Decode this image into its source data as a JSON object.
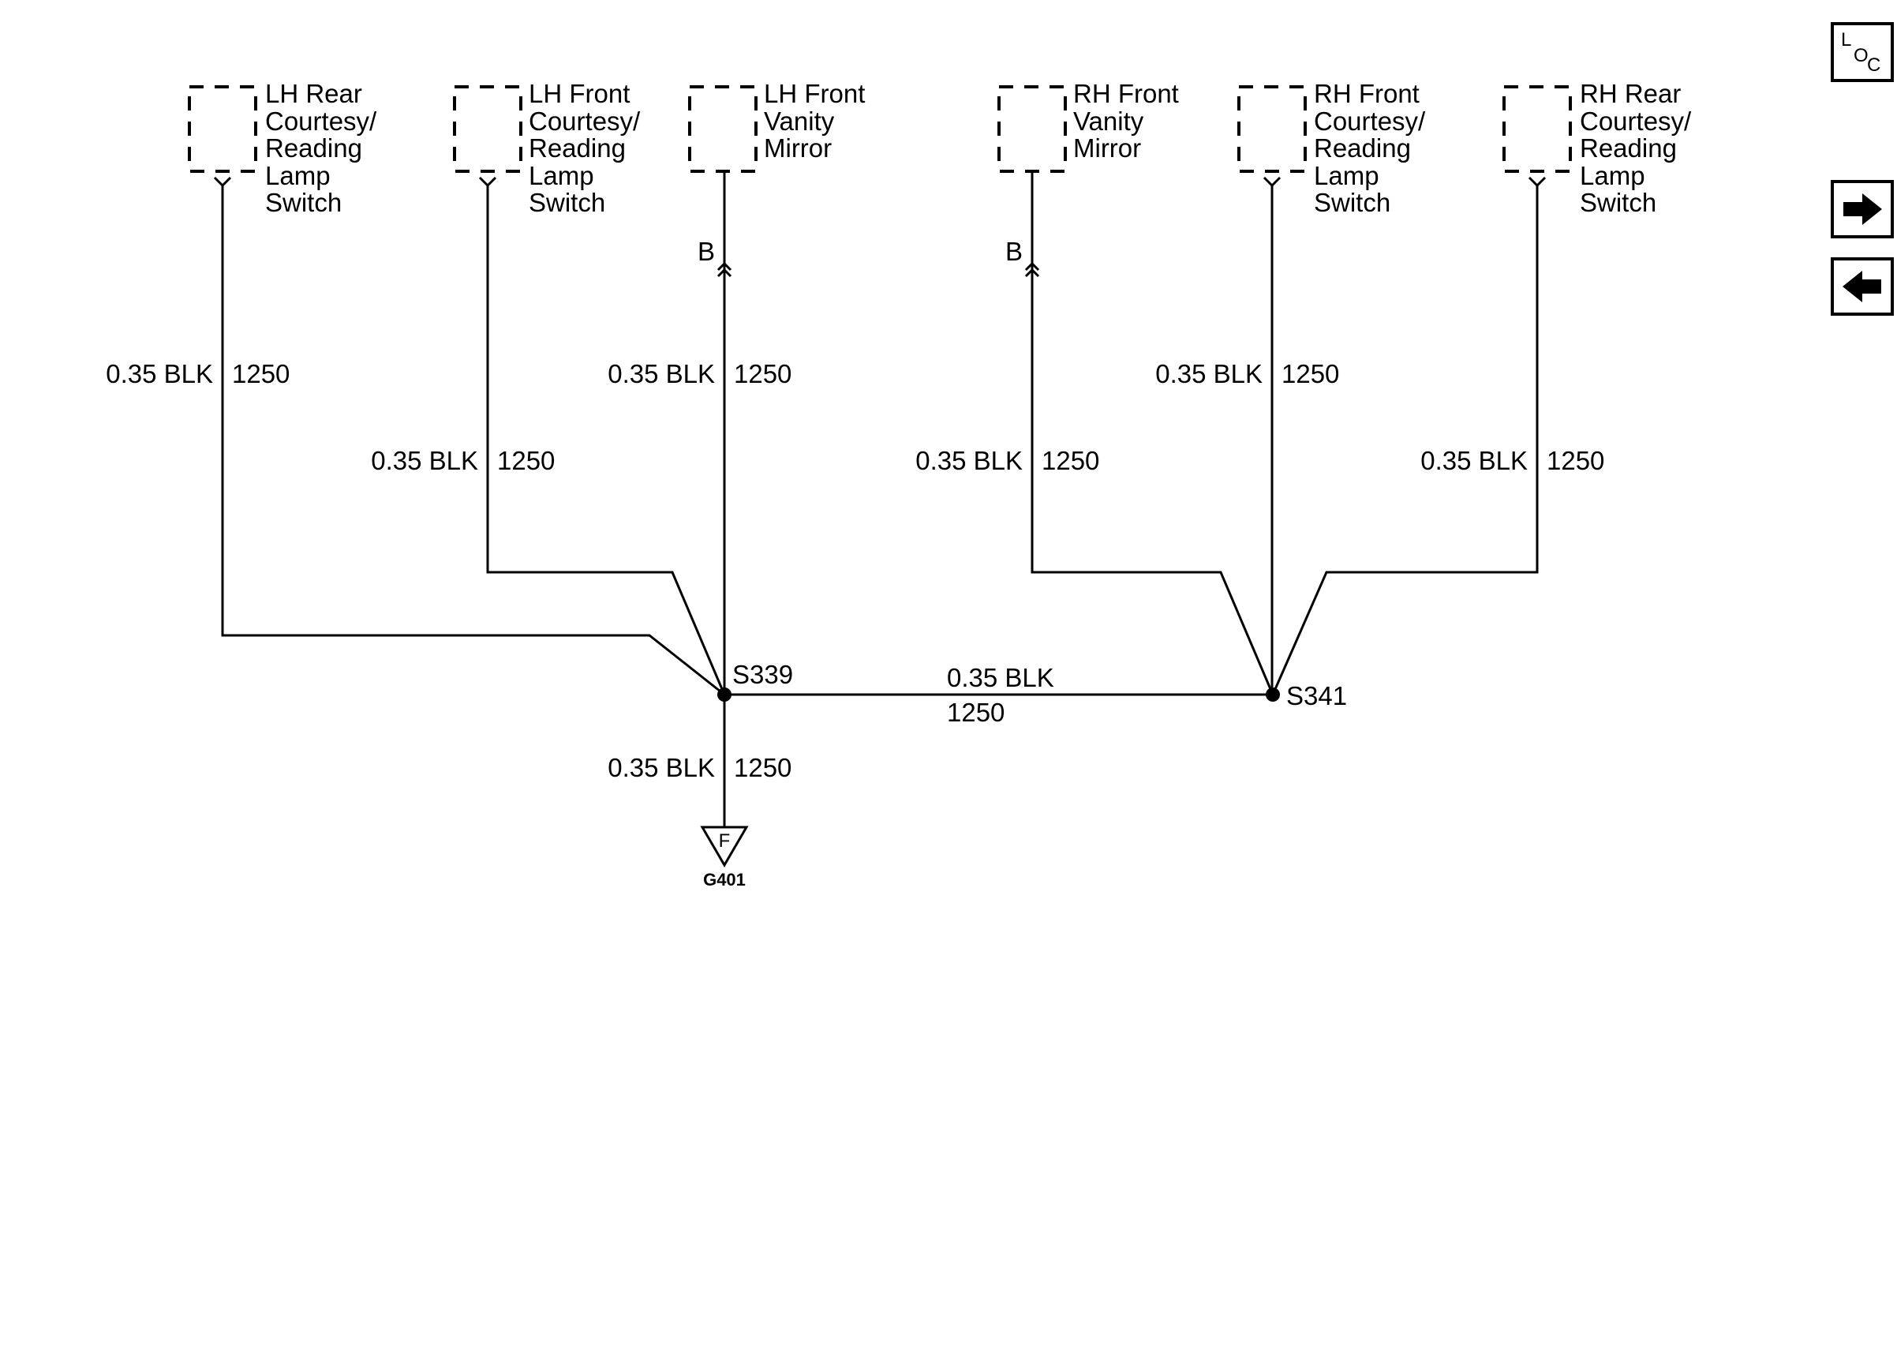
{
  "components": [
    {
      "name_lines": [
        "LH Rear",
        "Courtesy/",
        "Reading",
        "Lamp",
        "Switch"
      ]
    },
    {
      "name_lines": [
        "LH Front",
        "Courtesy/",
        "Reading",
        "Lamp",
        "Switch"
      ]
    },
    {
      "name_lines": [
        "LH Front",
        "Vanity",
        "Mirror"
      ]
    },
    {
      "name_lines": [
        "RH Front",
        "Vanity",
        "Mirror"
      ]
    },
    {
      "name_lines": [
        "RH Front",
        "Courtesy/",
        "Reading",
        "Lamp",
        "Switch"
      ]
    },
    {
      "name_lines": [
        "RH Rear",
        "Courtesy/",
        "Reading",
        "Lamp",
        "Switch"
      ]
    }
  ],
  "wire_labels": [
    {
      "gauge_color": "0.35 BLK",
      "circuit": "1250"
    },
    {
      "gauge_color": "0.35 BLK",
      "circuit": "1250"
    },
    {
      "gauge_color": "0.35 BLK",
      "circuit": "1250"
    },
    {
      "gauge_color": "0.35 BLK",
      "circuit": "1250"
    },
    {
      "gauge_color": "0.35 BLK",
      "circuit": "1250"
    },
    {
      "gauge_color": "0.35 BLK",
      "circuit": "1250"
    },
    {
      "gauge_color": "0.35 BLK",
      "circuit": "1250"
    },
    {
      "gauge_color": "0.35 BLK",
      "circuit": "1250"
    }
  ],
  "connectors": [
    {
      "pin": "B"
    },
    {
      "pin": "B"
    }
  ],
  "splices": {
    "left": "S339",
    "right": "S341"
  },
  "ground": {
    "pin": "F",
    "name": "G401"
  },
  "nav": {
    "loc_l": "L",
    "loc_o": "O",
    "loc_c": "C",
    "next_icon": "right-arrow-icon",
    "prev_icon": "left-arrow-icon"
  }
}
